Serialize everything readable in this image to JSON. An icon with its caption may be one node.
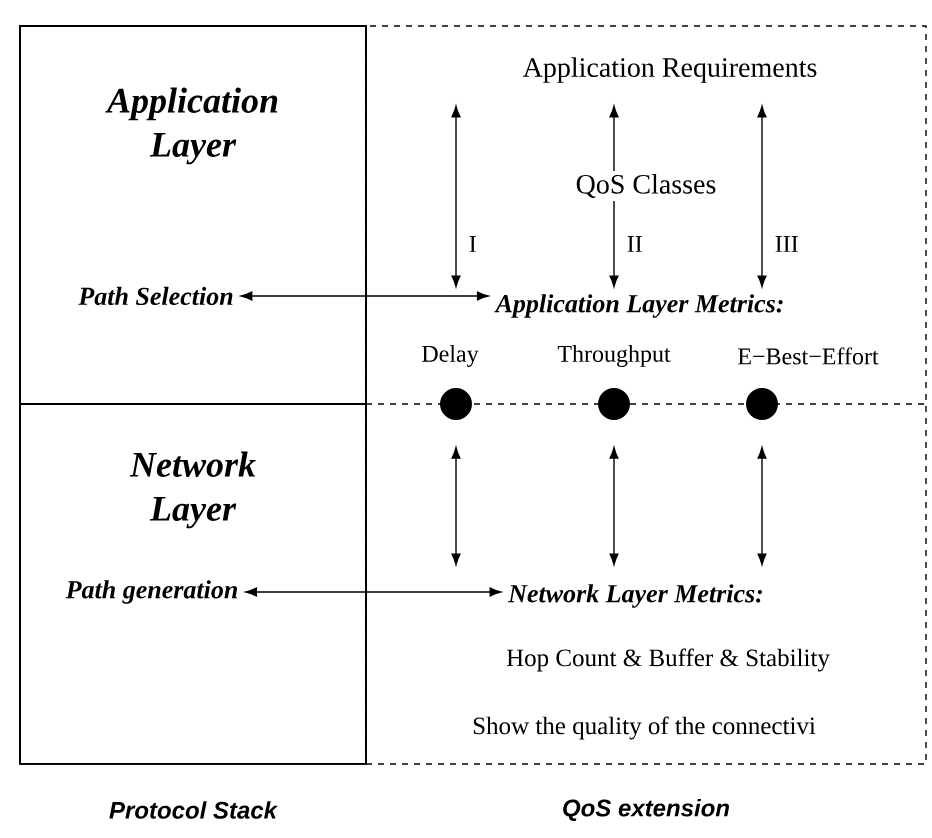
{
  "diagram": {
    "nodes": [
      {
        "text": [
          "Protocol Stack"
        ]
      },
      {
        "text": [
          "Application Layer"
        ],
        "in": 0
      },
      {
        "text": [
          "Path Selection"
        ],
        "in": 1
      },
      {
        "text": [
          "Network Layer"
        ],
        "in": 0
      },
      {
        "text": [
          "Path generation"
        ],
        "in": 3
      },
      {
        "text": [
          "QoS extension"
        ]
      },
      {
        "text": [
          "Application Requirements"
        ],
        "in": 5
      },
      {
        "text": [
          "Application Layer Metrics:"
        ],
        "in": 5
      },
      {
        "text": [],
        "shape": "circle",
        "in": 5,
        "beside": [
          "Delay"
        ]
      },
      {
        "text": [],
        "shape": "circle",
        "in": 5,
        "beside": [
          "Throughput"
        ]
      },
      {
        "text": [],
        "shape": "circle",
        "in": 5,
        "beside": [
          "E−Best−Effort"
        ]
      },
      {
        "text": [
          "Network Layer Metrics:"
        ],
        "in": 5
      }
    ],
    "edges": [
      {
        "from": 2,
        "to": 7,
        "arrow": "both"
      },
      {
        "from": 6,
        "to": 7,
        "arrow": "both",
        "label": "I"
      },
      {
        "from": 6,
        "to": 7,
        "arrow": "both",
        "label": "II"
      },
      {
        "from": 6,
        "to": 7,
        "arrow": "both",
        "label": "III"
      },
      {
        "from": 8,
        "to": 11,
        "arrow": "both"
      },
      {
        "from": 9,
        "to": 11,
        "arrow": "both"
      },
      {
        "from": 10,
        "to": 11,
        "arrow": "both"
      },
      {
        "from": 4,
        "to": 11,
        "arrow": "both"
      }
    ],
    "labels": [
      "QoS Classes",
      "Hop Count & Buffer & Stability",
      "Show the quality of the connectivi"
    ]
  }
}
